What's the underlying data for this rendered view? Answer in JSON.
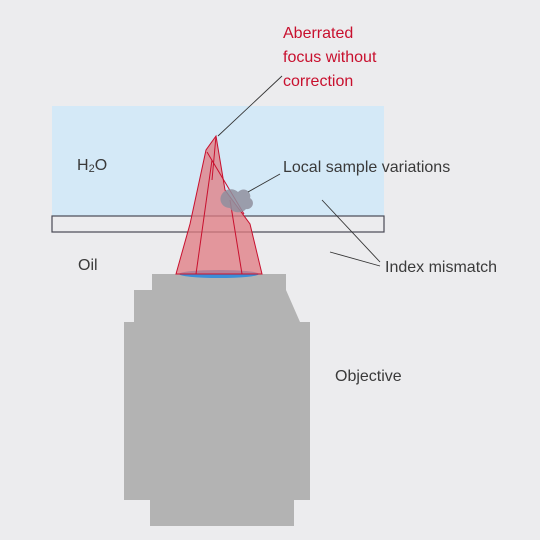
{
  "labels": {
    "aberrated_line1": "Aberrated",
    "aberrated_line2": "focus without",
    "aberrated_line3": "correction",
    "h2o_main": "H",
    "h2o_sub": "2",
    "h2o_tail": "O",
    "local_variations": "Local sample variations",
    "oil": "Oil",
    "index_mismatch": "Index mismatch",
    "objective": "Objective"
  },
  "colors": {
    "background": "#ececee",
    "water": "#d4e9f7",
    "objective": "#b3b3b3",
    "lens": "#3a8fd8",
    "cone_fill": "#e07a80",
    "cone_stroke": "#c8102e",
    "accent_text": "#c8102e",
    "blob": "#8f8f9e"
  }
}
